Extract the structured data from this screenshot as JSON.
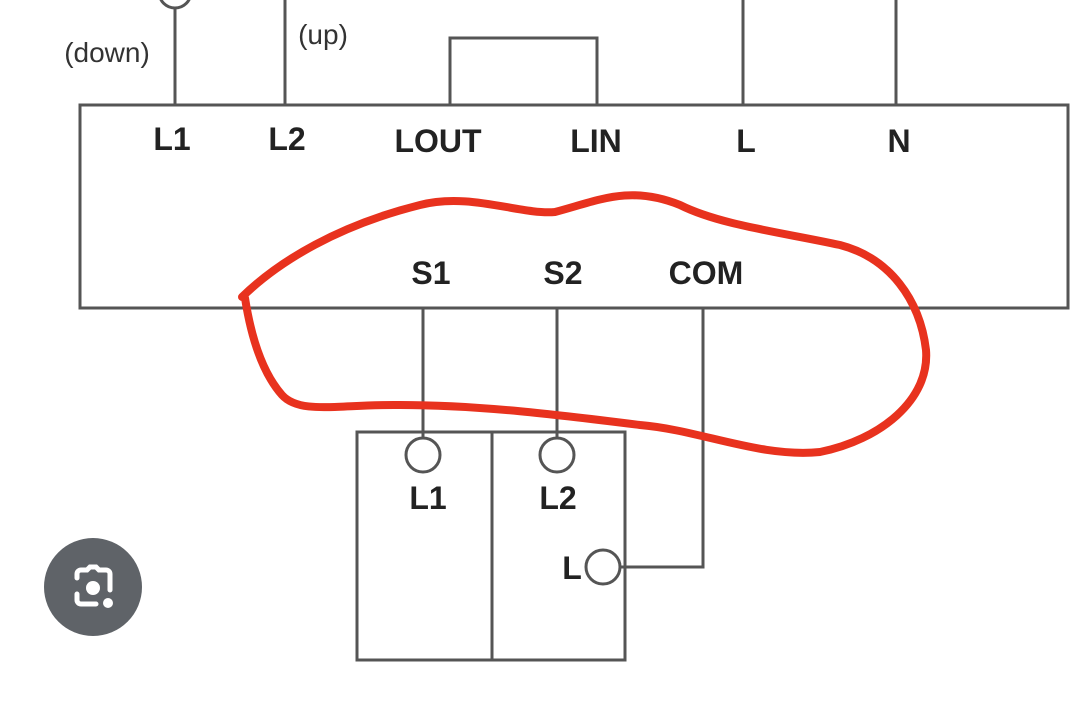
{
  "diagram": {
    "wire_notes": {
      "down": "(down)",
      "up": "(up)"
    },
    "module_terminals": [
      "L1",
      "L2",
      "LOUT",
      "LIN",
      "L",
      "N"
    ],
    "switch_inputs": [
      "S1",
      "S2",
      "COM"
    ],
    "switch_terminals": [
      "L1",
      "L2",
      "L"
    ],
    "annotation_color": "#e8321e"
  },
  "lens_button": {
    "icon": "google-lens-icon"
  }
}
